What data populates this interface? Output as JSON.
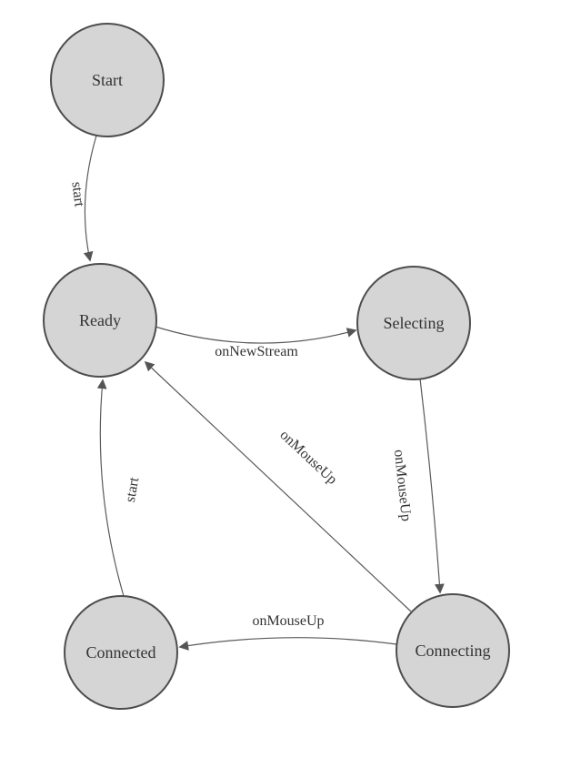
{
  "diagram": {
    "type": "state-machine",
    "colors": {
      "node_fill": "#d5d5d5",
      "node_stroke": "#4d4d4d",
      "edge_stroke": "#5a5a5a",
      "text": "#333333",
      "background": "#ffffff"
    },
    "nodes": [
      {
        "id": "start",
        "label": "Start"
      },
      {
        "id": "ready",
        "label": "Ready"
      },
      {
        "id": "selecting",
        "label": "Selecting"
      },
      {
        "id": "connecting",
        "label": "Connecting"
      },
      {
        "id": "connected",
        "label": "Connected"
      }
    ],
    "edges": [
      {
        "from": "start",
        "to": "ready",
        "label": "start"
      },
      {
        "from": "ready",
        "to": "selecting",
        "label": "onNewStream"
      },
      {
        "from": "selecting",
        "to": "connecting",
        "label": "onMouseUp"
      },
      {
        "from": "connecting",
        "to": "ready",
        "label": "onMouseUp"
      },
      {
        "from": "connecting",
        "to": "connected",
        "label": "onMouseUp"
      },
      {
        "from": "connected",
        "to": "ready",
        "label": "start"
      }
    ]
  }
}
